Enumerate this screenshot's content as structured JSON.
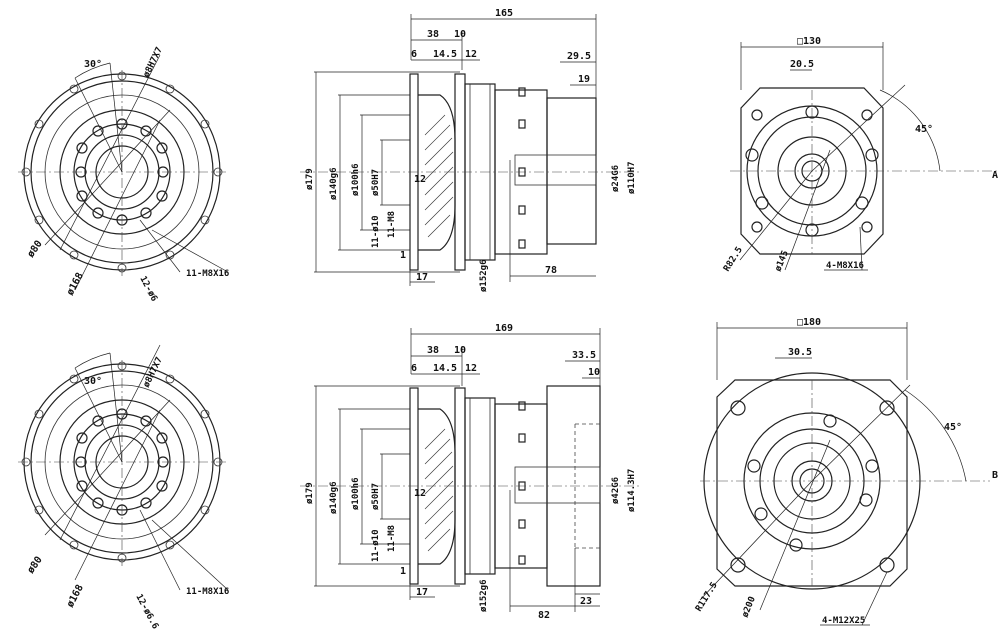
{
  "row_a": {
    "front": {
      "angle_30": "30°",
      "pcd_8h7": "ø8H7X7",
      "d80": "ø80",
      "d168": "ø168",
      "holes_12": "12-ø6",
      "bolts_11": "11-M8X16"
    },
    "side": {
      "len_total": "165",
      "d38": "38",
      "d10": "10",
      "d6": "6",
      "d14_5": "14.5",
      "d12": "12",
      "d29_5": "29.5",
      "d19": "19",
      "d179": "ø179",
      "d140": "ø140g6",
      "d100": "ø100h6",
      "d50": "ø50H7",
      "d12_in": "12",
      "d11_10": "11-ø10",
      "d11_m8": "11-M8",
      "d17": "17",
      "d1": "1",
      "d152": "ø152g6",
      "d24": "ø24G6",
      "d110": "ø110H7",
      "d78": "78"
    },
    "rear": {
      "square": "□130",
      "d20_5": "20.5",
      "angle_45": "45°",
      "r82_5": "R82.5",
      "d145": "ø145",
      "bolts": "4-M8X16"
    },
    "row_letter": "A"
  },
  "row_b": {
    "front": {
      "angle_30": "30°",
      "pcd_8h7": "ø8H7X7",
      "d80": "ø80",
      "d168": "ø168",
      "holes_12": "12-ø6.6",
      "bolts_11": "11-M8X16"
    },
    "side": {
      "len_total": "169",
      "d38": "38",
      "d10": "10",
      "d6": "6",
      "d14_5": "14.5",
      "d12": "12",
      "d33_5": "33.5",
      "d10b": "10",
      "d179": "ø179",
      "d140": "ø140g6",
      "d100": "ø100h6",
      "d50": "ø50H7",
      "d12_in": "12",
      "d11_10": "11-ø10",
      "d11_m8": "11-M8",
      "d17": "17",
      "d1": "1",
      "d152": "ø152g6",
      "d42": "ø42G6",
      "d114": "ø114.3H7",
      "d82": "82",
      "d23": "23"
    },
    "rear": {
      "square": "□180",
      "d30_5": "30.5",
      "angle_45": "45°",
      "r117_5": "R117.5",
      "d200": "ø200",
      "bolts": "4-M12X25"
    },
    "row_letter": "B"
  }
}
